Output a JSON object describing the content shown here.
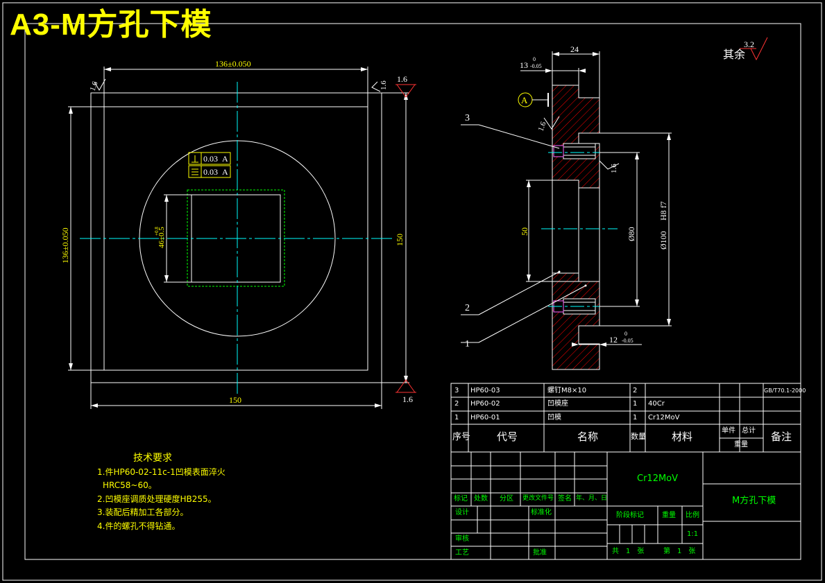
{
  "title": "A3-M方孔下模",
  "plan_view": {
    "dim_top": "136±0.050",
    "dim_left": "136±0.050",
    "dim_right": "150",
    "dim_bottom": "150",
    "hole_dim": "46±0.5",
    "hole_tol": "+0.8",
    "rough_tl": "1.6",
    "rough_tr": "1.6",
    "rough_tr2": "1.6",
    "rough_br": "1.6",
    "gdt_perp": "0.03",
    "gdt_par": "0.03",
    "gdt_datum": "A"
  },
  "section_view": {
    "dim_24": "24",
    "dim_13": "13",
    "dim_13_tol_up": "0",
    "dim_13_tol_low": "-0.05",
    "dim_12": "12",
    "dim_12_tol_up": "0",
    "dim_12_tol_low": "-0.05",
    "dim_50": "50",
    "dim_80": "Ø80",
    "dim_100": "Ø100",
    "fit": "H8 f7",
    "rough_a": "1.6",
    "rough_b": "1.6",
    "datum": "A",
    "callouts": [
      "3",
      "2",
      "1"
    ]
  },
  "surface_note": {
    "label": "其余",
    "value": "3.2"
  },
  "tech_requirements": {
    "heading": "技术要求",
    "items": [
      "1.件HP60-02-11c-1凹模表面淬火",
      "HRC58~60。",
      "2.凹模座调质处理硬度HB255。",
      "3.装配后精加工各部分。",
      "4.件的螺孔不得钻通。"
    ]
  },
  "bom": {
    "rows": [
      {
        "no": "3",
        "code": "HP60-03",
        "name": "螺钉M8×10",
        "qty": "2",
        "material": "",
        "note": "GB/T70.1-2000"
      },
      {
        "no": "2",
        "code": "HP60-02",
        "name": "凹模座",
        "qty": "1",
        "material": "40Cr",
        "note": ""
      },
      {
        "no": "1",
        "code": "HP60-01",
        "name": "凹模",
        "qty": "1",
        "material": "Cr12MoV",
        "note": ""
      }
    ],
    "headers": {
      "no": "序号",
      "code": "代号",
      "name": "名称",
      "qty": "数量",
      "material": "材料",
      "unit": "单件",
      "total": "总计",
      "weight": "重量",
      "note": "备注"
    }
  },
  "title_block": {
    "material": "Cr12MoV",
    "part_name": "M方孔下模",
    "labels": {
      "mark": "标记",
      "count": "处数",
      "zone": "分区",
      "doc": "更改文件号",
      "sign": "签名",
      "date": "年、月、日",
      "design": "设计",
      "standard": "标准化",
      "stage": "阶段标记",
      "weight": "重量",
      "scale": "比例",
      "review": "审核",
      "process": "工艺",
      "approve": "批准"
    },
    "scale": "1:1",
    "sheets": "共　1　张",
    "sheet": "第　1　张"
  },
  "colors": {
    "bg": "#000000",
    "line": "#ffffff",
    "dim": "#ffff00",
    "center": "#00ffff",
    "text": "#00ff00",
    "hatch": "#ff0000",
    "hidden": "#00ff00"
  }
}
